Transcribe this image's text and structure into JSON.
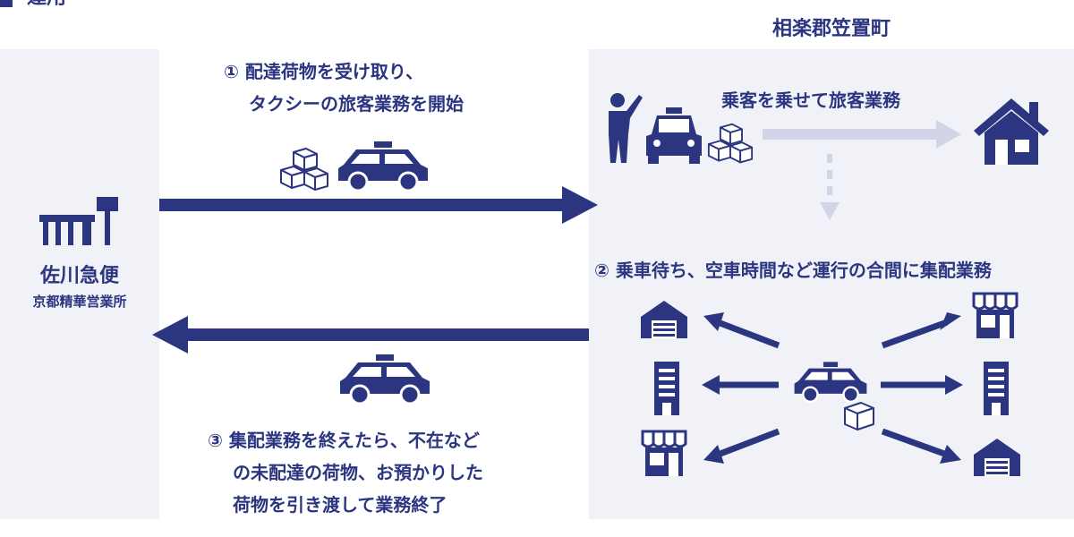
{
  "header": {
    "label": "運用",
    "accent_color": "#2b3580"
  },
  "town": {
    "name": "相楽郡笠置町"
  },
  "office": {
    "company": "佐川急便",
    "branch": "京都精華営業所"
  },
  "steps": {
    "step1": {
      "line1": "① 配達荷物を受け取り、",
      "line2": "タクシーの旅客業務を開始"
    },
    "passenger": {
      "label": "乗客を乗せて旅客業務"
    },
    "step2": {
      "label": "② 乗車待ち、空車時間など運行の合間に集配業務"
    },
    "step3": {
      "line1": "③ 集配業務を終えたら、不在など",
      "line2": "の未配達の荷物、お預かりした",
      "line3": "荷物を引き渡して業務終了"
    }
  },
  "colors": {
    "primary": "#2b3580",
    "panel": "#f1f2f7",
    "light_arrow": "#d2d5e8"
  },
  "icons": [
    "office-icon",
    "taxi-icon",
    "boxes-icon",
    "person-icon",
    "house-icon",
    "warehouse-icon",
    "building-icon",
    "shop-icon",
    "box-icon"
  ]
}
